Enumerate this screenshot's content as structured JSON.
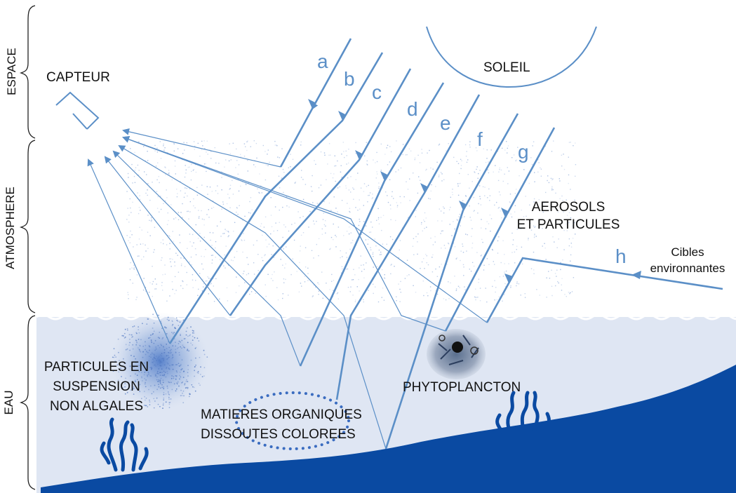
{
  "zones": {
    "espace": "ESPACE",
    "atmosphere": "ATMOSPHERE",
    "eau": "EAU"
  },
  "labels": {
    "capteur": "CAPTEUR",
    "soleil": "SOLEIL",
    "aerosols_line1": "AEROSOLS",
    "aerosols_line2": "ET PARTICULES",
    "cibles_line1": "Cibles",
    "cibles_line2": "environnantes",
    "particules_line1": "PARTICULES EN",
    "particules_line2": "SUSPENSION",
    "particules_line3": "NON ALGALES",
    "matieres_line1": "MATIERES ORGANIQUES",
    "matieres_line2": "DISSOUTES COLOREES",
    "phytoplancton": "PHYTOPLANCTON"
  },
  "rays": [
    "a",
    "b",
    "c",
    "d",
    "e",
    "f",
    "g",
    "h"
  ],
  "colors": {
    "ray": "#5b8fc7",
    "water": "#dfe6f3",
    "seabed": "#0a4aa2",
    "text": "#111111"
  }
}
